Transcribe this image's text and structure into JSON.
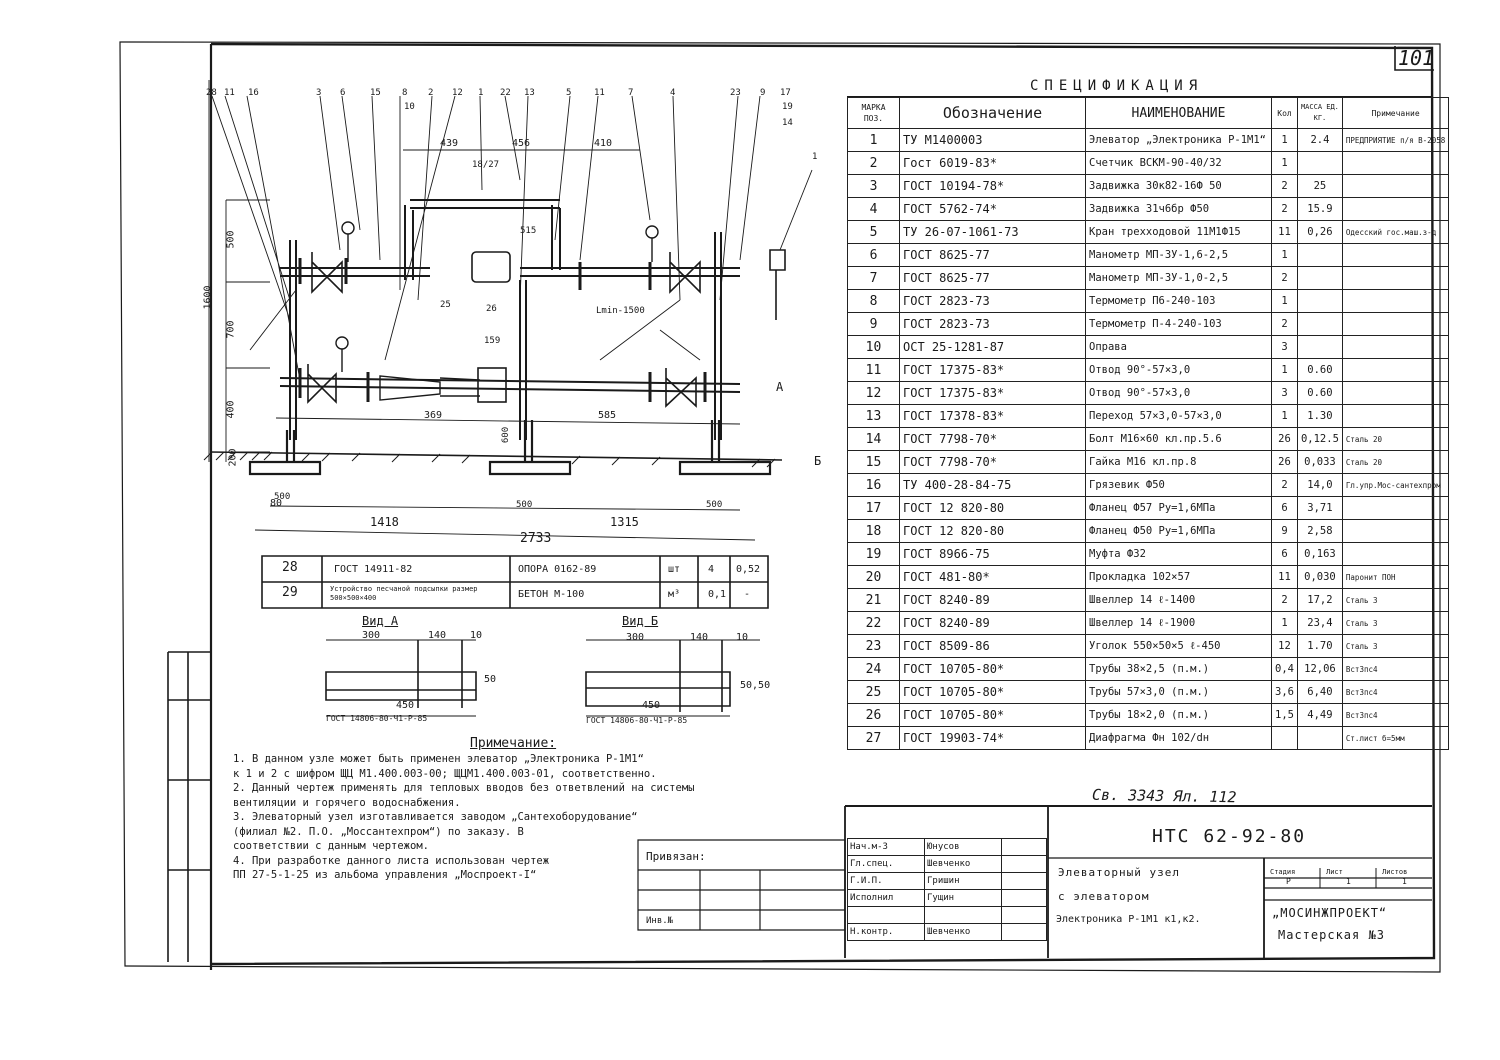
{
  "page_number": "101",
  "spec_title": "СПЕЦИФИКАЦИЯ",
  "spec_headers": [
    "МАРКА ПОЗ.",
    "Обозначение",
    "НАИМЕНОВАНИЕ",
    "Кол",
    "МАССА ЕД. КГ.",
    "Примечание"
  ],
  "spec_rows": [
    [
      "1",
      "ТУ М1400003",
      "Элеватор „Электроника Р-1М1“",
      "1",
      "2.4",
      "ПРЕДПРИЯТИЕ п/я В-2058"
    ],
    [
      "2",
      "Гост 6019-83*",
      "Счетчик ВСКМ-90-40/32",
      "1",
      "",
      ""
    ],
    [
      "3",
      "ГОСТ 10194-78*",
      "Задвижка 30к82-16Ф 50",
      "2",
      "25",
      ""
    ],
    [
      "4",
      "ГОСТ 5762-74*",
      "Задвижка 31ч6бр Ф50",
      "2",
      "15.9",
      ""
    ],
    [
      "5",
      "ТУ 26-07-1061-73",
      "Кран трехходовой 11М1Ф15",
      "11",
      "0,26",
      "Одесский гос.маш.з-д"
    ],
    [
      "6",
      "ГОСТ 8625-77",
      "Манометр МП-3У-1,6-2,5",
      "1",
      "",
      ""
    ],
    [
      "7",
      "ГОСТ 8625-77",
      "Манометр МП-3У-1,0-2,5",
      "2",
      "",
      ""
    ],
    [
      "8",
      "ГОСТ 2823-73",
      "Термометр П6-240-103",
      "1",
      "",
      ""
    ],
    [
      "9",
      "ГОСТ 2823-73",
      "Термометр П-4-240-103",
      "2",
      "",
      ""
    ],
    [
      "10",
      "ОСТ 25-1281-87",
      "Оправа",
      "3",
      "",
      ""
    ],
    [
      "11",
      "ГОСТ 17375-83*",
      "Отвод 90°-57×3,0",
      "1",
      "0.60",
      ""
    ],
    [
      "12",
      "ГОСТ 17375-83*",
      "Отвод 90°-57×3,0",
      "3",
      "0.60",
      ""
    ],
    [
      "13",
      "ГОСТ 17378-83*",
      "Переход 57×3,0-57×3,0",
      "1",
      "1.30",
      ""
    ],
    [
      "14",
      "ГОСТ 7798-70*",
      "Болт М16×60 кл.пр.5.6",
      "26",
      "0,12.5",
      "Сталь 20"
    ],
    [
      "15",
      "ГОСТ 7798-70*",
      "Гайка М16 кл.пр.8",
      "26",
      "0,033",
      "Сталь 20"
    ],
    [
      "16",
      "ТУ 400-28-84-75",
      "Грязевик Ф50",
      "2",
      "14,0",
      "Гл.упр.Мос-сантехпром"
    ],
    [
      "17",
      "ГОСТ 12 820-80",
      "Фланец Ф57 Ру=1,6МПа",
      "6",
      "3,71",
      ""
    ],
    [
      "18",
      "ГОСТ 12 820-80",
      "Фланец Ф50 Ру=1,6МПа",
      "9",
      "2,58",
      ""
    ],
    [
      "19",
      "ГОСТ 8966-75",
      "Муфта Ф32",
      "6",
      "0,163",
      ""
    ],
    [
      "20",
      "ГОСТ 481-80*",
      "Прокладка 102×57",
      "11",
      "0,030",
      "Паронит ПОН"
    ],
    [
      "21",
      "ГОСТ 8240-89",
      "Швеллер 14 ℓ-1400",
      "2",
      "17,2",
      "Сталь 3"
    ],
    [
      "22",
      "ГОСТ 8240-89",
      "Швеллер 14 ℓ-1900",
      "1",
      "23,4",
      "Сталь 3"
    ],
    [
      "23",
      "ГОСТ 8509-86",
      "Уголок 550×50×5 ℓ-450",
      "12",
      "1.70",
      "Сталь 3"
    ],
    [
      "24",
      "ГОСТ 10705-80*",
      "Трубы 38×2,5 (п.м.)",
      "0,4",
      "12,06",
      "Вст3пс4"
    ],
    [
      "25",
      "ГОСТ 10705-80*",
      "Трубы 57×3,0 (п.м.)",
      "3,6",
      "6,40",
      "Вст3пс4"
    ],
    [
      "26",
      "ГОСТ 10705-80*",
      "Трубы 18×2,0 (п.м.)",
      "1,5",
      "4,49",
      "Вст3пс4"
    ],
    [
      "27",
      "ГОСТ 19903-74*",
      "Диафрагма Фн 102/dн",
      "",
      "",
      "Ст.лист б=5мм"
    ]
  ],
  "extra_rows": [
    [
      "28",
      "ГОСТ 14911-82",
      "ОПОРА 0162-89",
      "шт",
      "4",
      "0,52"
    ],
    [
      "29",
      "Устройство песчаной подсыпки размер 500×500×400",
      "БЕТОН М-100",
      "м³",
      "0,1",
      "-"
    ]
  ],
  "dims": {
    "d1600": "1600",
    "d500": "500",
    "d700": "700",
    "d400": "400",
    "d200": "200",
    "d439": "439",
    "d456": "456",
    "d410": "410",
    "d515": "515",
    "d369": "369",
    "d585": "585",
    "d1418": "1418",
    "d1315": "1315",
    "d2733": "2733",
    "d80": "80",
    "lmin": "Lmin-1500",
    "bot_500a": "500",
    "bot_500b": "500",
    "bot_500c": "500",
    "d159": "159",
    "d600": "600"
  },
  "pos_labels": [
    "28",
    "11",
    "16",
    "3",
    "6",
    "15",
    "8",
    "10",
    "2",
    "12",
    "1",
    "22",
    "13",
    "5",
    "11",
    "7",
    "4",
    "23",
    "9",
    "17",
    "19",
    "14",
    "1",
    "18/27",
    "25",
    "26"
  ],
  "view_a": {
    "title": "Вид А",
    "d300": "300",
    "d140": "140",
    "d10": "10",
    "d450": "450",
    "d50": "50",
    "gost": "ГОСТ 14806-80-Ч1-Р-85"
  },
  "view_b": {
    "title": "Вид Б",
    "d300": "300",
    "d140": "140",
    "d10": "10",
    "d450": "450",
    "d50": "50,50",
    "gost": "ГОСТ 14806-80-Ч1-Р-85"
  },
  "arrow_a": "А",
  "arrow_b": "Б",
  "notes_title": "Примечание:",
  "notes": [
    "1. В данном узле может быть применен элеватор „Электроника Р-1М1“",
    "к 1 и 2 с шифром ЩЦ М1.400.003-00; ЩЦМ1.400.003-01, соответственно.",
    "2. Данный чертеж применять для тепловых вводов без ответвлений на системы",
    "вентиляции и горячего водоснабжения.",
    "3. Элеваторный узел изготавливается заводом „Сантехоборудование“",
    "(филиал №2. П.О. „Моссантехпром“) по заказу. В",
    "соответствии с данным чертежом.",
    "4. При разработке данного листа использован чертеж",
    "ПП 27-5-1-25 из альбома управления „Моспроект-I“"
  ],
  "privyazan": "Привязан:",
  "inv_no": "Инв.№",
  "handwritten": "Св. 3343 Ял. 112",
  "stamp": {
    "code": "НТС 62-92-80",
    "roles": [
      [
        "Нач.м-3",
        "Юнусов"
      ],
      [
        "Гл.спец.",
        "Шевченко"
      ],
      [
        "Г.И.П.",
        "Гришин"
      ],
      [
        "Исполнил",
        "Гущин"
      ],
      [
        "",
        ""
      ],
      [
        "Н.контр.",
        "Шевченко"
      ]
    ],
    "title_lines": [
      "Элеваторный узел",
      "с элеватором",
      "Электроника Р-1М1 к1,к2."
    ],
    "stage_headers": [
      "Стадия",
      "Лист",
      "Листов"
    ],
    "stage_values": [
      "Р",
      "1",
      "1"
    ],
    "org": "„МОСИНЖПРОЕКТ“",
    "workshop": "Мастерская №3"
  }
}
